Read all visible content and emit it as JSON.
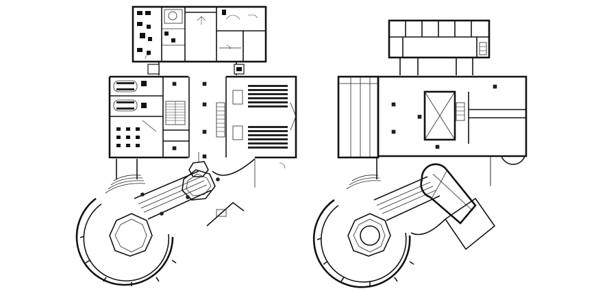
{
  "drawing": {
    "plans": [
      {
        "id": "plan-left",
        "kind": "furnished-floor-plan"
      },
      {
        "id": "plan-right",
        "kind": "structural-floor-plan"
      }
    ],
    "line_color": "#111111",
    "background": "#ffffff"
  }
}
